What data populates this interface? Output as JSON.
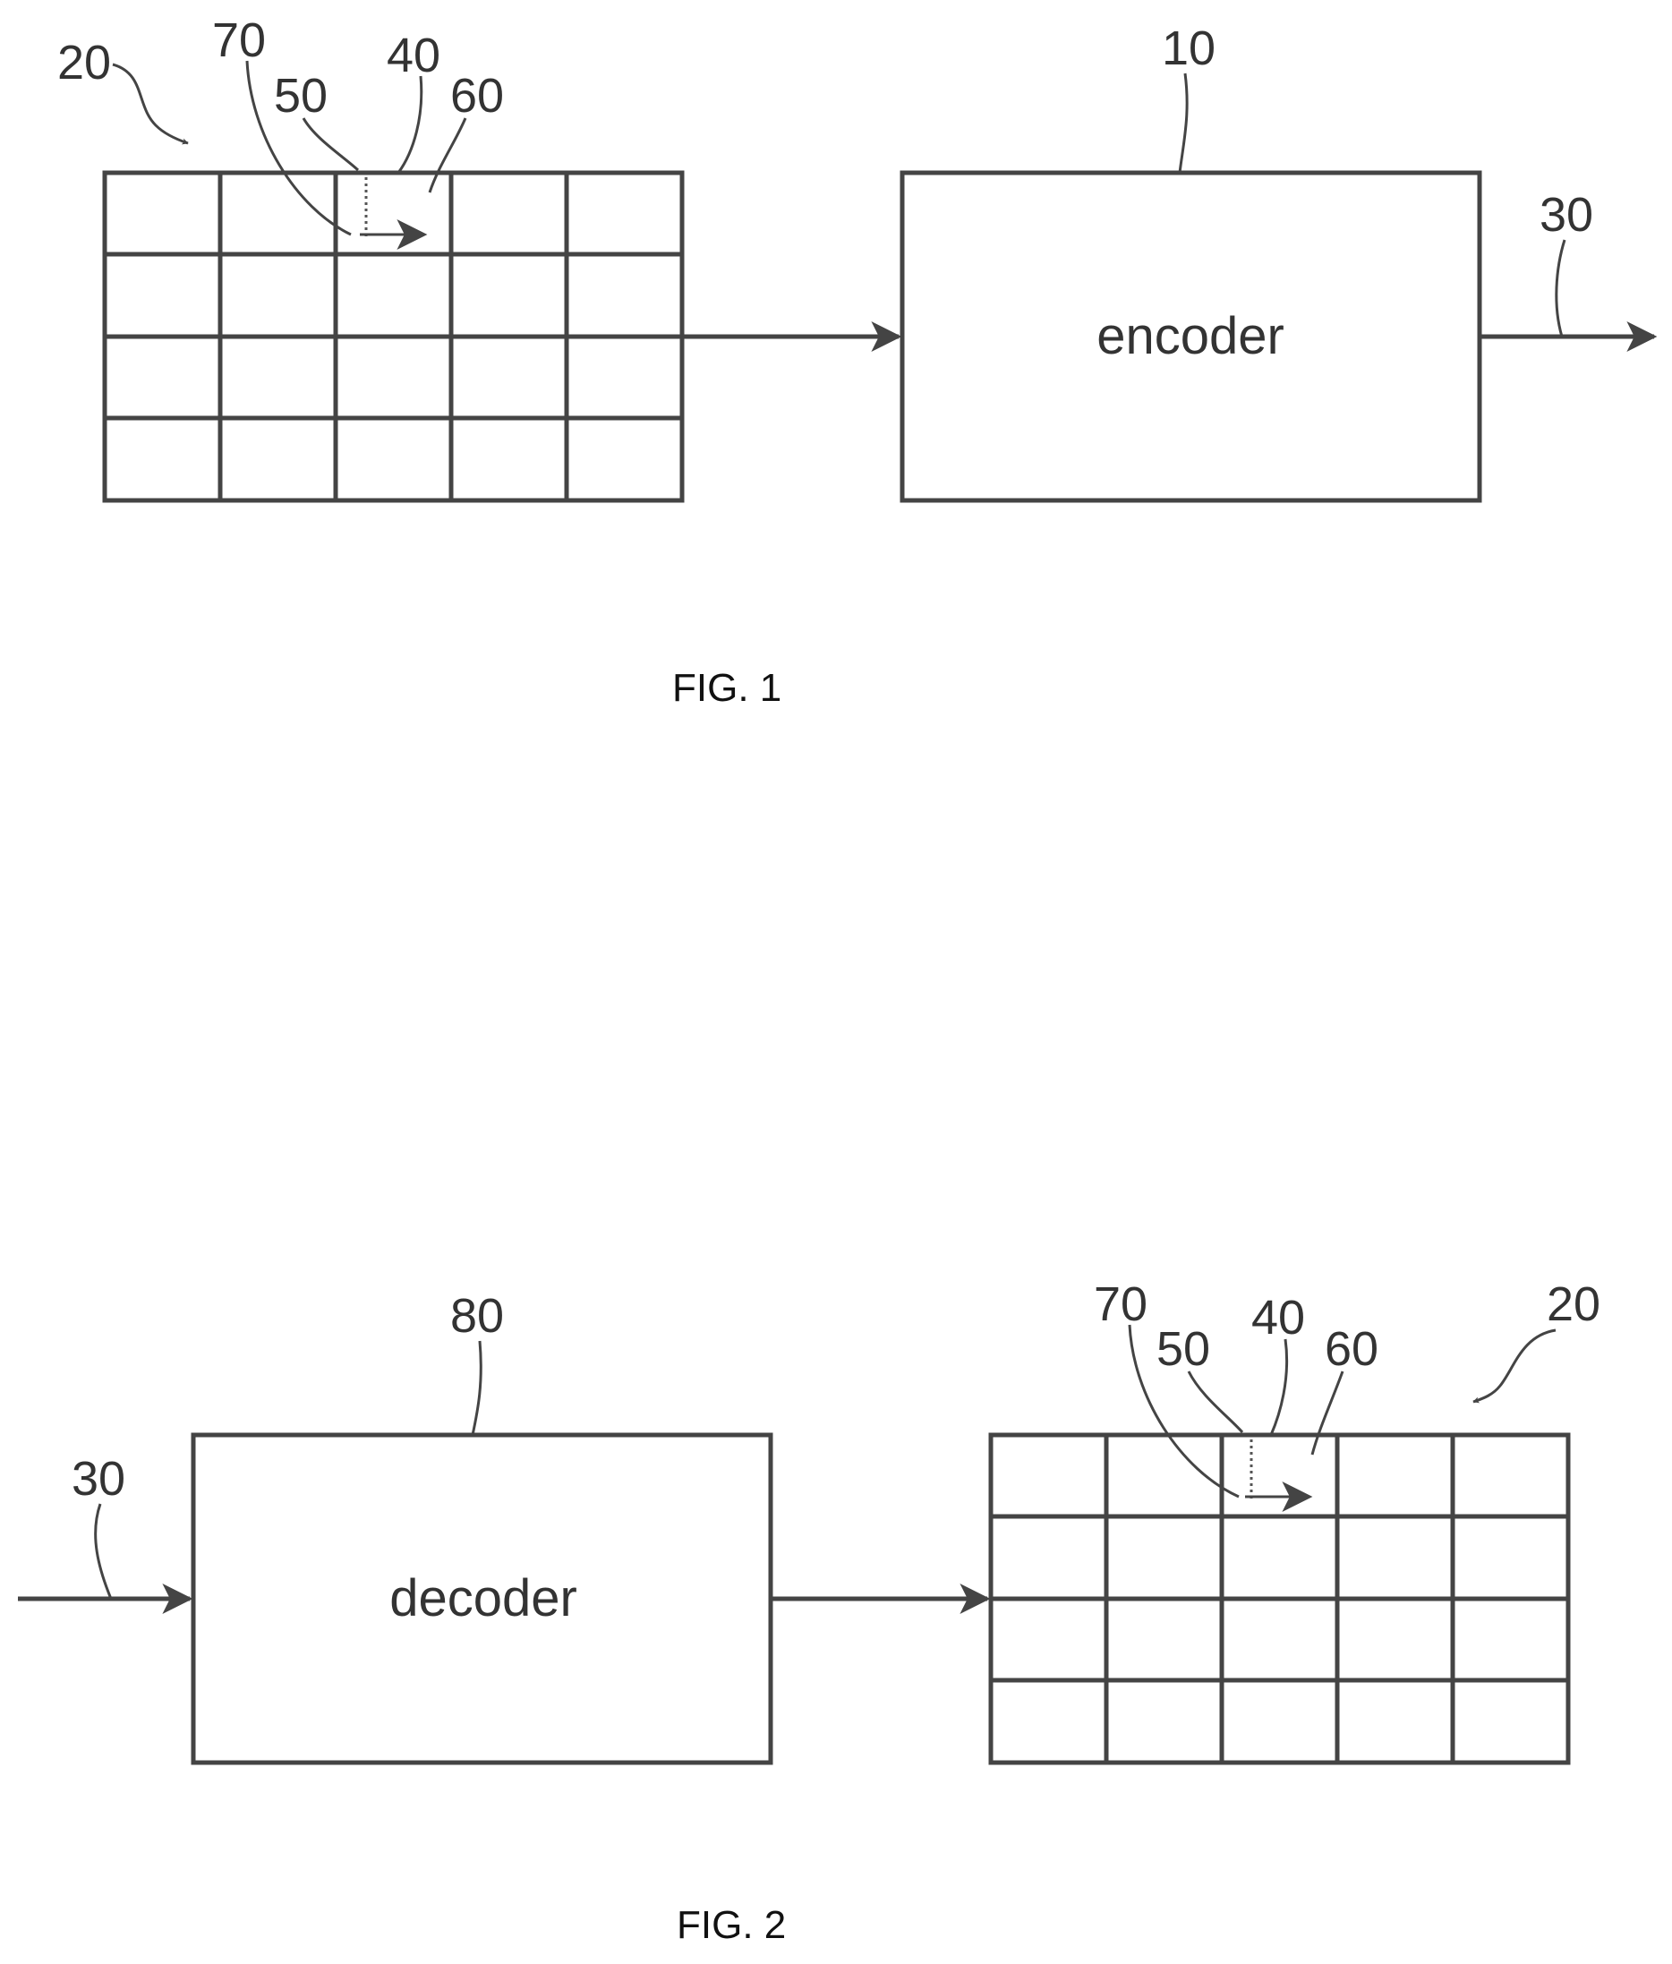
{
  "figures": [
    {
      "caption": "FIG. 1",
      "box_label": "encoder",
      "refs": {
        "grid": "20",
        "box": "10",
        "stream": "30",
        "block": "40",
        "left_sample": "50",
        "right_sample": "60",
        "arrow": "70"
      },
      "grid": {
        "rows": 4,
        "cols": 5
      }
    },
    {
      "caption": "FIG. 2",
      "box_label": "decoder",
      "refs": {
        "grid": "20",
        "box": "80",
        "stream": "30",
        "block": "40",
        "left_sample": "50",
        "right_sample": "60",
        "arrow": "70"
      },
      "grid": {
        "rows": 4,
        "cols": 5
      }
    }
  ]
}
